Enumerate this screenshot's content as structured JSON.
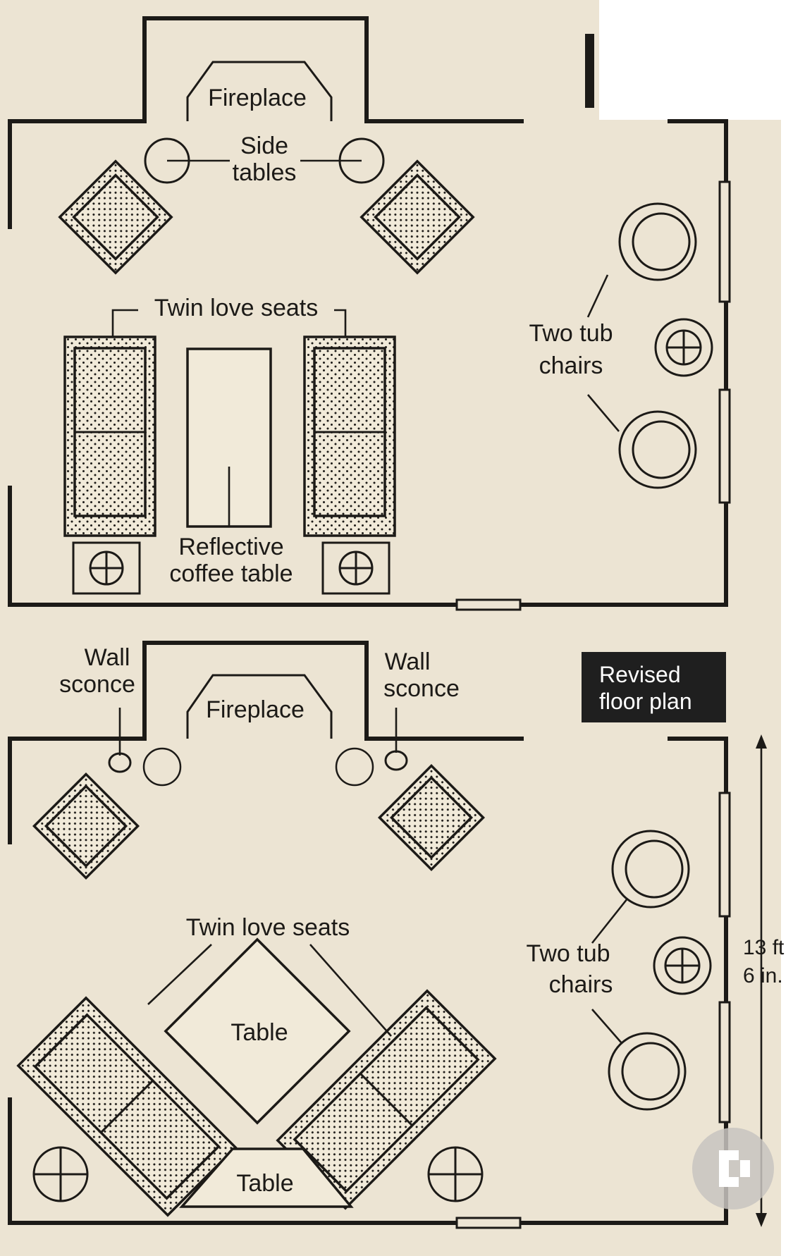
{
  "colors": {
    "paper": "#ece4d3",
    "ink": "#1c1a17",
    "badge": "#1f1f1f",
    "badge_text": "#ffffff",
    "side_strip": "#ffffff",
    "watermark_ring": "#c8c4c0"
  },
  "original_plan": {
    "fireplace": "Fireplace",
    "side_tables": [
      "Side",
      "tables"
    ],
    "love_seats": "Twin love seats",
    "tub_chairs": [
      "Two tub",
      "chairs"
    ],
    "coffee_table": [
      "Reflective",
      "coffee table"
    ]
  },
  "revised_plan": {
    "badge": [
      "Revised",
      "floor plan"
    ],
    "wall_sconce_left": [
      "Wall",
      "sconce"
    ],
    "wall_sconce_right": [
      "Wall",
      "sconce"
    ],
    "fireplace": "Fireplace",
    "love_seats": "Twin love seats",
    "tub_chairs": [
      "Two tub",
      "chairs"
    ],
    "table_center": "Table",
    "table_bottom": "Table",
    "dimension": [
      "13 ft",
      "6 in."
    ]
  },
  "icons": {
    "lamp": "lamp-crosshair-icon",
    "watermark": "watermark-logo-icon"
  }
}
